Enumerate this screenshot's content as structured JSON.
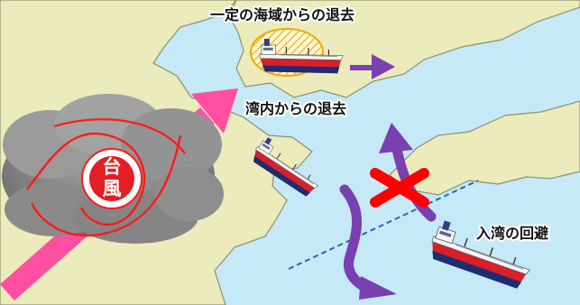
{
  "labels": {
    "typhoon_line1": "台",
    "typhoon_line2": "風",
    "evacuate_sea_area": "一定の海域からの退去",
    "evacuate_bay": "湾内からの退去",
    "avoid_entering_bay": "入湾の回避"
  },
  "colors": {
    "sea": "#c5e9f6",
    "land": "#ecebbb",
    "land_outline": "#8f8f70",
    "cloud": "#8b8b8b",
    "typhoon_circle": "#ff0000",
    "route_arrow": "#7a3fb0",
    "typhoon_path": "#ff4fa0",
    "cross_mark": "#ff0000",
    "bay_line": "#2f64b3",
    "hull_red": "#d8202a",
    "hull_navy": "#1d2d6e",
    "highlight_ring": "#f3a800"
  },
  "icons": {
    "ship": "tanker-ship-icon",
    "cross": "cross-mark-icon",
    "arrow": "route-arrow-icon"
  }
}
